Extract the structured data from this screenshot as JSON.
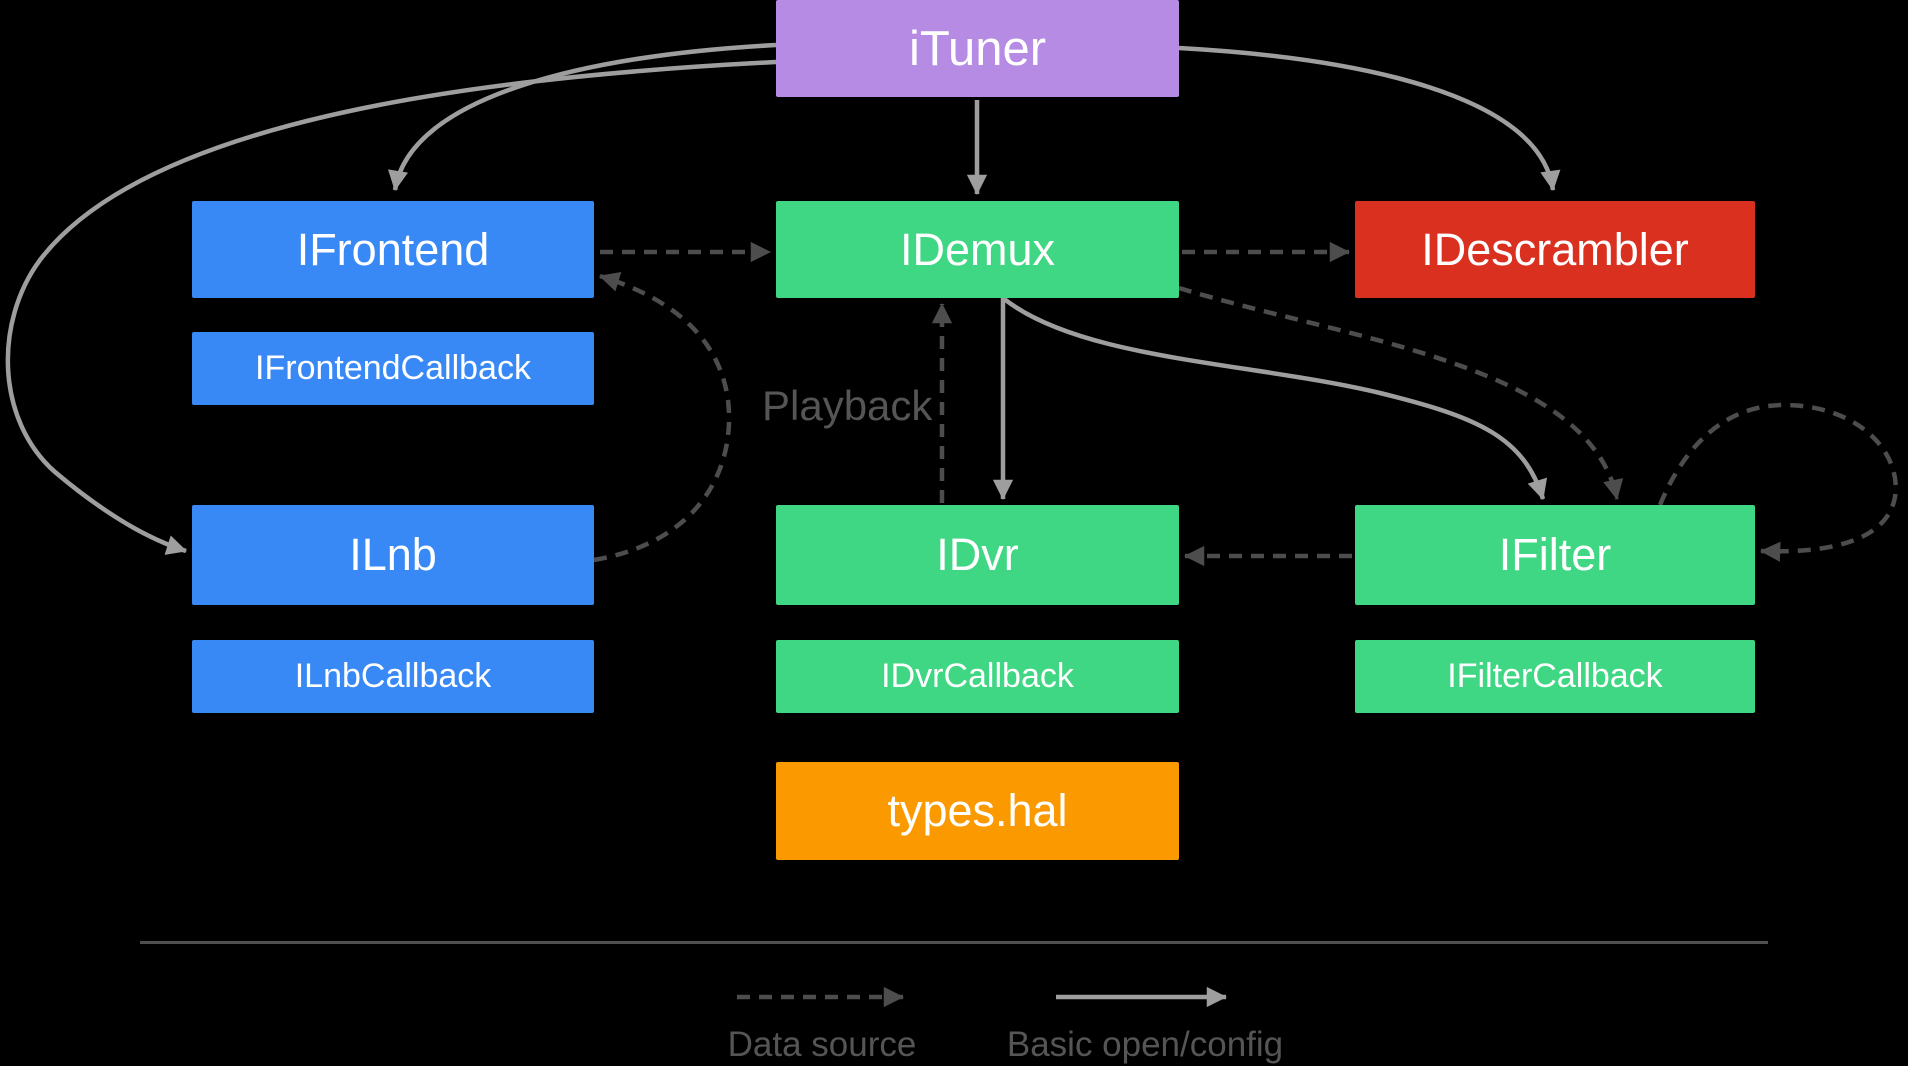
{
  "nodes": {
    "ituner": {
      "label": "iTuner",
      "color": "#B58BE3"
    },
    "ifrontend": {
      "label": "IFrontend",
      "color": "#3889F5"
    },
    "idemux": {
      "label": "IDemux",
      "color": "#3FD783"
    },
    "idescrambler": {
      "label": "IDescrambler",
      "color": "#D93020"
    },
    "ifrontend_callback": {
      "label": "IFrontendCallback",
      "color": "#3889F5"
    },
    "ilnb": {
      "label": "ILnb",
      "color": "#3889F5"
    },
    "idvr": {
      "label": "IDvr",
      "color": "#3FD783"
    },
    "ifilter": {
      "label": "IFilter",
      "color": "#3FD783"
    },
    "ilnb_callback": {
      "label": "ILnbCallback",
      "color": "#3889F5"
    },
    "idvr_callback": {
      "label": "IDvrCallback",
      "color": "#3FD783"
    },
    "ifilter_callback": {
      "label": "IFilterCallback",
      "color": "#3FD783"
    },
    "types_hal": {
      "label": "types.hal",
      "color": "#FB9A00"
    }
  },
  "annotations": {
    "playback": "Playback"
  },
  "legend": {
    "data_source": "Data source",
    "basic_open_config": "Basic open/config"
  },
  "edges": [
    {
      "from": "ituner",
      "to": "idemux",
      "style": "solid"
    },
    {
      "from": "ituner",
      "to": "ifrontend",
      "style": "solid"
    },
    {
      "from": "ituner",
      "to": "idescrambler",
      "style": "solid"
    },
    {
      "from": "ituner",
      "to": "ilnb",
      "style": "solid"
    },
    {
      "from": "idemux",
      "to": "idvr",
      "style": "solid"
    },
    {
      "from": "idemux",
      "to": "ifilter",
      "style": "solid"
    },
    {
      "from": "ifrontend",
      "to": "idemux",
      "style": "dashed"
    },
    {
      "from": "idemux",
      "to": "idescrambler",
      "style": "dashed"
    },
    {
      "from": "ilnb",
      "to": "ifrontend",
      "style": "dashed"
    },
    {
      "from": "idvr",
      "to": "idemux",
      "style": "dashed",
      "label": "Playback"
    },
    {
      "from": "idemux",
      "to": "ifilter",
      "style": "dashed"
    },
    {
      "from": "ifilter",
      "to": "ifilter",
      "style": "dashed"
    },
    {
      "from": "ifilter",
      "to": "idvr",
      "style": "dashed"
    }
  ],
  "colors": {
    "background": "#000000",
    "solid_arrow": "#9E9E9E",
    "dashed_arrow": "#4D4D4D",
    "box_text": "#FFFFFF",
    "annotation_text": "#555555",
    "separator": "#4F4F4F"
  }
}
